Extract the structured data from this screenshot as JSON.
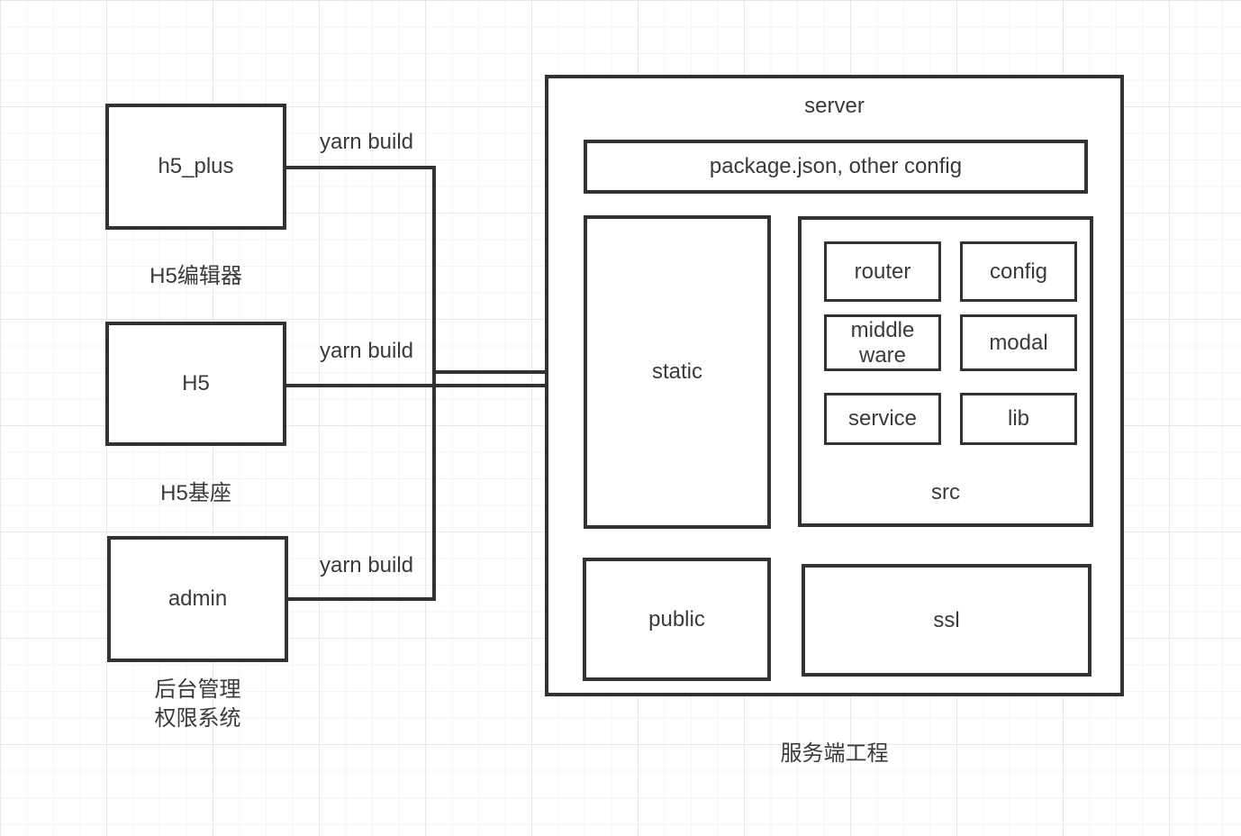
{
  "diagram_title": "服务端工程",
  "clients": [
    {
      "label": "h5_plus",
      "caption_lines": [
        "H5编辑器"
      ],
      "edge_label": "yarn build"
    },
    {
      "label": "H5",
      "caption_lines": [
        "H5基座"
      ],
      "edge_label": "yarn build"
    },
    {
      "label": "admin",
      "caption_lines": [
        "后台管理",
        "权限系统"
      ],
      "edge_label": "yarn build"
    }
  ],
  "server": {
    "title": "server",
    "caption": "服务端工程",
    "config_label": "package.json, other config",
    "static_label": "static",
    "src_label": "src",
    "src_children": [
      "router",
      "config",
      "middle ware",
      "modal",
      "service",
      "lib"
    ],
    "public_label": "public",
    "ssl_label": "ssl"
  },
  "colors": {
    "stroke": "#323232",
    "text": "#3a3a3a",
    "background": "#ffffff",
    "grid_minor": "#f4f4f4",
    "grid_major": "#e8e8e8"
  }
}
